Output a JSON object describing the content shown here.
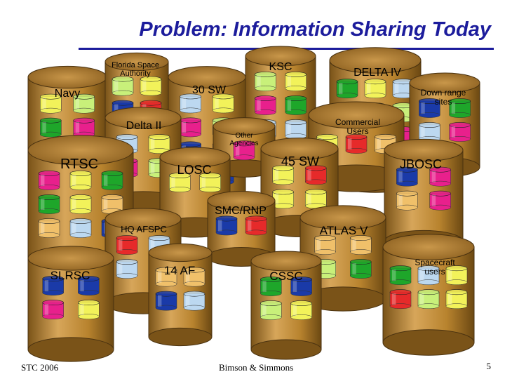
{
  "title": "Problem: Information Sharing Today",
  "footer_left": "STC 2006",
  "footer_center": "Bimson & Simmons",
  "page_number": "5",
  "colors": {
    "title": "#1c1c9c",
    "barrel_body": "#b8832e",
    "barrel_dark": "#7a5318",
    "barrel_light": "#d7a65a",
    "barrel_top": "#9a6a20",
    "chips": [
      "#1ea62a",
      "#e8208c",
      "#1a3aa8",
      "#f2f25a",
      "#c8f07a",
      "#f0c06a",
      "#e62a2a",
      "#bcd8f0"
    ]
  },
  "groups": [
    {
      "id": "navy",
      "label": "Navy"
    },
    {
      "id": "florida",
      "label": "Florida Space Authority"
    },
    {
      "id": "ksc",
      "label": "KSC"
    },
    {
      "id": "delta4",
      "label": "DELTA IV"
    },
    {
      "id": "sw30",
      "label": "30 SW"
    },
    {
      "id": "downrange",
      "label": "Down range sites"
    },
    {
      "id": "delta2",
      "label": "Delta II"
    },
    {
      "id": "commercial",
      "label": "Commercial Users"
    },
    {
      "id": "other",
      "label": "Other Agencies"
    },
    {
      "id": "rtsc",
      "label": "RTSC"
    },
    {
      "id": "losc",
      "label": "LOSC"
    },
    {
      "id": "sw45",
      "label": "45 SW"
    },
    {
      "id": "jbosc",
      "label": "JBOSC"
    },
    {
      "id": "smcrnp",
      "label": "SMC/RNP"
    },
    {
      "id": "hqafspc",
      "label": "HQ AFSPC"
    },
    {
      "id": "atlas5",
      "label": "ATLAS V"
    },
    {
      "id": "slrsc",
      "label": "SLRSC"
    },
    {
      "id": "af14",
      "label": "14 AF"
    },
    {
      "id": "cssc",
      "label": "CSSC"
    },
    {
      "id": "spacecraft",
      "label": "Spacecraft users"
    }
  ]
}
